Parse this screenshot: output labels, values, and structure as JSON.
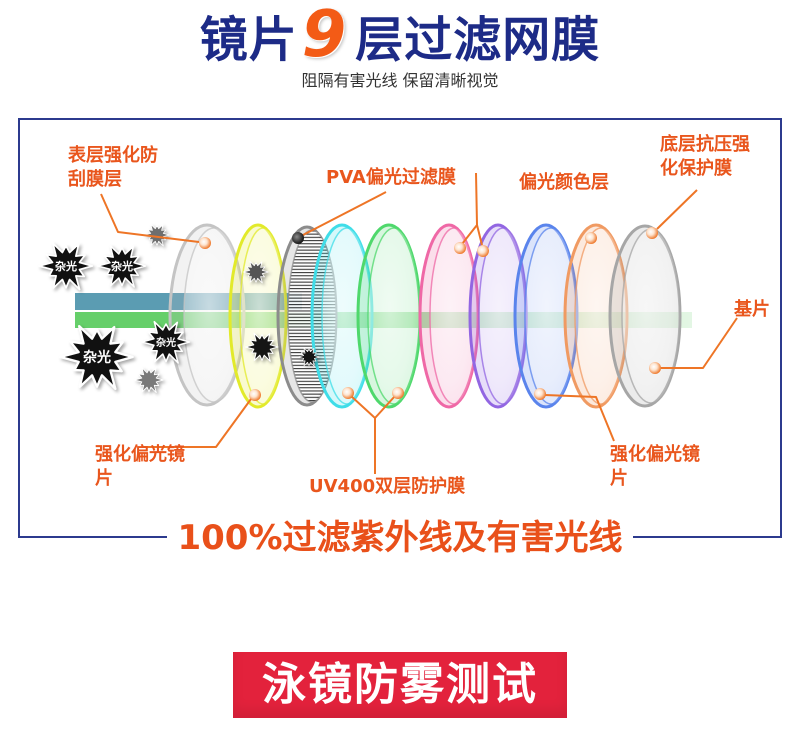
{
  "title": {
    "prefix": "镜片",
    "number": "9",
    "suffix": "层过滤网膜"
  },
  "subtitle": "阻隔有害光线 保留清晰视觉",
  "diagram": {
    "labels": {
      "top_coat": [
        "表层强化防",
        "刮膜层"
      ],
      "pva_film": "PVA偏光过滤膜",
      "color_layer": "偏光颜色层",
      "bottom_coat": [
        "底层抗压强",
        "化保护膜"
      ],
      "substrate": "基片",
      "polarized_lens_left": [
        "强化偏光镜",
        "片"
      ],
      "uv400_film": "UV400双层防护膜",
      "polarized_lens_right": [
        "强化偏光镜",
        "片"
      ]
    },
    "stray_light_label": "杂光"
  },
  "tagline": "100%过滤紫外线及有害光线",
  "section_banner": "泳镜防雾测试",
  "colors": {
    "title": "#1d2b87",
    "title_number": "#f35b16",
    "accent": "#e9561d",
    "pointer_line": "#ee7526",
    "tagline": "#e9501a",
    "box_border": "#2c3a8e",
    "banner_bg": "#e3223c",
    "beam_blue": "#5b9cb2",
    "beam_green": "#66cf6a",
    "lenses": [
      "#c4c4c4",
      "#e2ea2a",
      "#8c8c8c",
      "#3fdde8",
      "#4fd86c",
      "#ef68a6",
      "#9266e2",
      "#5a84ec",
      "#f09a62",
      "#a6a6a6"
    ]
  }
}
